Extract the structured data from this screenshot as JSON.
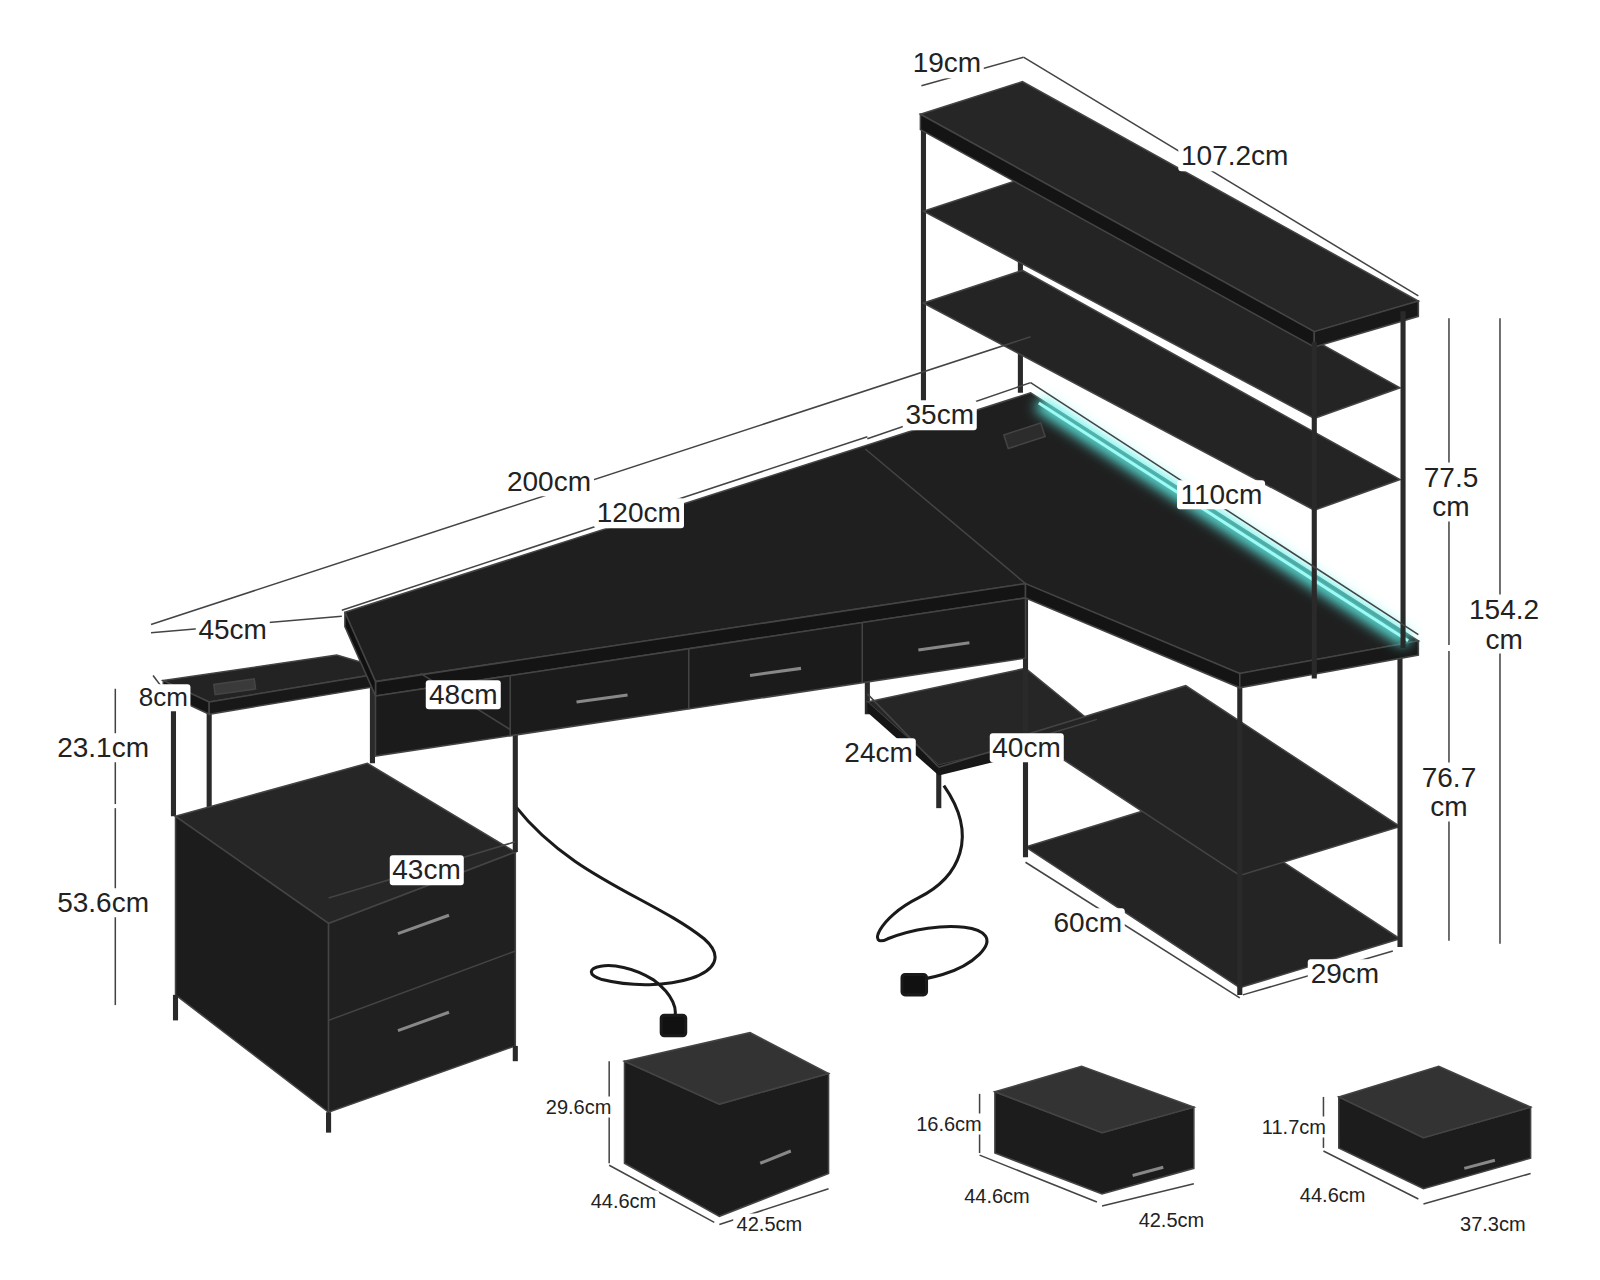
{
  "diagram": {
    "labels": [
      "19cm",
      "107.2cm",
      "35cm",
      "200cm",
      "120cm",
      "110cm",
      "77.5 cm",
      "154.2 cm",
      "45cm",
      "8cm",
      "48cm",
      "23.1cm",
      "24cm",
      "40cm",
      "76.7 cm",
      "53.6cm",
      "43cm",
      "60cm",
      "29cm",
      "29.6cm",
      "44.6cm",
      "42.5cm",
      "16.6cm",
      "44.6cm",
      "42.5cm",
      "11.7cm",
      "44.6cm",
      "37.3cm"
    ]
  }
}
